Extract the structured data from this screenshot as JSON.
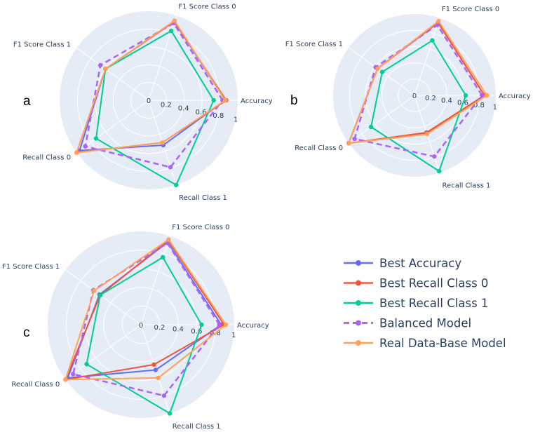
{
  "chart_data": {
    "type": "radar",
    "axes": [
      "Accuracy",
      "F1 Score Class 0",
      "F1 Score Class 1",
      "Recall Class 0",
      "Recall Class 1"
    ],
    "radial_ticks": [
      "0",
      "0.2",
      "0.4",
      "0.6",
      "0.8",
      "1"
    ],
    "radial_range": [
      0,
      1
    ],
    "legend_position": "right",
    "series_styles": [
      {
        "name": "Best Accuracy",
        "color": "#636efa",
        "dash": "solid"
      },
      {
        "name": "Best Recall Class 0",
        "color": "#ef553b",
        "dash": "solid"
      },
      {
        "name": "Best Recall Class 1",
        "color": "#00cc96",
        "dash": "solid"
      },
      {
        "name": "Balanced Model",
        "color": "#ab63fa",
        "dash": "dash"
      },
      {
        "name": "Real Data-Base Model",
        "color": "#ffa15a",
        "dash": "solid"
      }
    ],
    "panels": [
      {
        "label": "a",
        "series": [
          {
            "name": "Best Accuracy",
            "values": [
              0.86,
              0.93,
              0.6,
              0.96,
              0.53
            ]
          },
          {
            "name": "Best Recall Class 0",
            "values": [
              0.87,
              0.93,
              0.6,
              1.0,
              0.5
            ]
          },
          {
            "name": "Best Recall Class 1",
            "values": [
              0.73,
              0.82,
              0.6,
              0.73,
              1.0
            ]
          },
          {
            "name": "Balanced Model",
            "values": [
              0.83,
              0.91,
              0.67,
              0.88,
              0.79
            ]
          },
          {
            "name": "Real Data-Base Model",
            "values": [
              0.86,
              0.94,
              0.6,
              1.0,
              0.5
            ]
          }
        ]
      },
      {
        "label": "b",
        "series": [
          {
            "name": "Best Accuracy",
            "values": [
              0.86,
              0.94,
              0.56,
              1.0,
              0.49
            ]
          },
          {
            "name": "Best Recall Class 0",
            "values": [
              0.86,
              0.94,
              0.56,
              1.0,
              0.48
            ]
          },
          {
            "name": "Best Recall Class 1",
            "values": [
              0.63,
              0.71,
              0.49,
              0.66,
              0.98
            ]
          },
          {
            "name": "Balanced Model",
            "values": [
              0.83,
              0.91,
              0.59,
              0.91,
              0.79
            ]
          },
          {
            "name": "Real Data-Base Model",
            "values": [
              0.89,
              0.96,
              0.56,
              1.0,
              0.5
            ]
          }
        ]
      },
      {
        "label": "c",
        "series": [
          {
            "name": "Best Accuracy",
            "values": [
              0.86,
              0.93,
              0.55,
              0.97,
              0.51
            ]
          },
          {
            "name": "Best Recall Class 0",
            "values": [
              0.89,
              0.95,
              0.54,
              1.0,
              0.45
            ]
          },
          {
            "name": "Best Recall Class 1",
            "values": [
              0.65,
              0.76,
              0.54,
              0.72,
              1.0
            ]
          },
          {
            "name": "Balanced Model",
            "values": [
              0.84,
              0.92,
              0.63,
              0.9,
              0.8
            ]
          },
          {
            "name": "Real Data-Base Model",
            "values": [
              0.91,
              0.96,
              0.62,
              1.0,
              0.6
            ]
          }
        ]
      }
    ]
  }
}
